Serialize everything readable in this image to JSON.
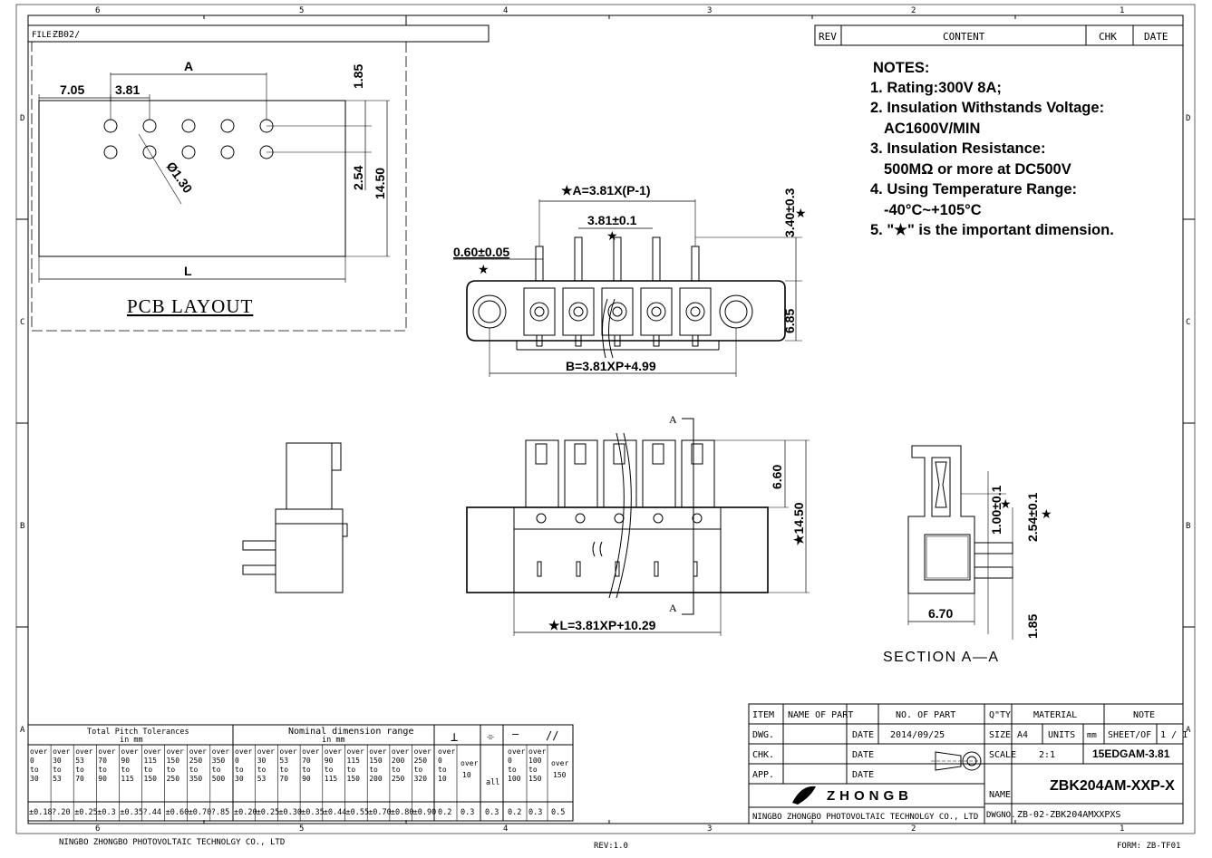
{
  "frame": {
    "col_labels": [
      "6",
      "5",
      "4",
      "3",
      "2",
      "1"
    ],
    "row_labels": [
      "D",
      "C",
      "B",
      "A"
    ],
    "file": "ZB02/",
    "file_prefix": "FILE:",
    "company_footer": "NINGBO ZHONGBO PHOTOVOLTAIC TECHNOLGY CO., LTD",
    "rev_footer": "REV:1.0",
    "form_footer": "FORM: ZB-TF01"
  },
  "revision_block": {
    "rev": "REV",
    "content": "CONTENT",
    "chk": "CHK",
    "date": "DATE"
  },
  "notes": {
    "title": "NOTES:",
    "lines": [
      "1. Rating:300V 8A;",
      "2. Insulation Withstands Voltage:",
      "AC1600V/MIN",
      "3. Insulation Resistance:",
      "500MΩ or more at DC500V",
      "4. Using Temperature Range:",
      "-40°C~+105°C",
      "5. \"★\" is the important dimension."
    ]
  },
  "pcb_layout": {
    "title": "PCB LAYOUT",
    "dims": {
      "a": "A",
      "offset": "7.05",
      "pitch": "3.81",
      "hole": "Ø1.30",
      "row_pitch": "2.54",
      "height": "14.50",
      "top": "1.85",
      "length": "L"
    }
  },
  "top_view": {
    "dims": {
      "a": "★A=3.81X(P-1)",
      "pitch": "3.81±0.1",
      "pin": "0.60±0.05",
      "pin_star": "★",
      "pitch_star": "★",
      "pin_len": "3.40±0.3",
      "pin_len_star": "★",
      "body": "6.85",
      "b": "B=3.81XP+4.99"
    }
  },
  "front_view": {
    "dims": {
      "sec_top": "A",
      "sec_bot": "A",
      "h1": "6.60",
      "h2": "★14.50",
      "l": "★L=3.81XP+10.29"
    }
  },
  "section_view": {
    "title": "SECTION  A—A",
    "dims": {
      "d1": "1.00±0.1",
      "d2": "2.54±0.1",
      "star": "★",
      "w": "6.70",
      "h": "1.85"
    }
  },
  "tolerance_table": {
    "pitch_title": "Total Pitch Tolerances",
    "pitch_sub": "in mm",
    "nom_title": "Nominal  dimension  range",
    "nom_sub": "in mm",
    "sym_perp": "⊥",
    "sym_sym": "⌯",
    "sym_flat": "—",
    "sym_par": "//",
    "pitch_cols": [
      [
        "over",
        "0",
        "to",
        "30"
      ],
      [
        "over",
        "30",
        "to",
        "53"
      ],
      [
        "over",
        "53",
        "to",
        "70"
      ],
      [
        "over",
        "70",
        "to",
        "90"
      ],
      [
        "over",
        "90",
        "to",
        "115"
      ],
      [
        "over",
        "115",
        "to",
        "150"
      ],
      [
        "over",
        "150",
        "to",
        "250"
      ],
      [
        "over",
        "250",
        "to",
        "350"
      ],
      [
        "over",
        "350",
        "to",
        "500"
      ]
    ],
    "pitch_vals": [
      "±0.18",
      "?.20",
      "±0.25",
      "±0.3",
      "±0.35",
      "?.44",
      "±0.60",
      "±0.70",
      "?.85"
    ],
    "nom_cols": [
      [
        "over",
        "0",
        "to",
        "30"
      ],
      [
        "over",
        "30",
        "to",
        "53"
      ],
      [
        "over",
        "53",
        "to",
        "70"
      ],
      [
        "over",
        "70",
        "to",
        "90"
      ],
      [
        "over",
        "90",
        "to",
        "115"
      ],
      [
        "over",
        "115",
        "to",
        "150"
      ],
      [
        "over",
        "150",
        "to",
        "200"
      ],
      [
        "over",
        "200",
        "to",
        "250"
      ],
      [
        "over",
        "250",
        "to",
        "320"
      ]
    ],
    "nom_vals": [
      "±0.20",
      "±0.25",
      "±0.30",
      "±0.35",
      "±0.44",
      "±0.55",
      "±0.70",
      "±0.80",
      "±0.90"
    ],
    "perp_cols": [
      [
        "over",
        "0",
        "to",
        "10"
      ],
      [
        "over",
        "10"
      ]
    ],
    "perp_vals": [
      "0.2",
      "0.3"
    ],
    "sym_col": "all",
    "sym_val": "0.3",
    "flat_cols": [
      [
        "over",
        "0",
        "to",
        "100"
      ],
      [
        "over",
        "100",
        "to",
        "150"
      ],
      [
        "over",
        "150"
      ]
    ],
    "flat_vals": [
      "0.2",
      "0.3",
      "0.5"
    ]
  },
  "title_block": {
    "item": "ITEM",
    "name_of_part": "NAME OF PART",
    "no_of_part": "NO. OF PART",
    "qty": "Q\"TY",
    "material": "MATERIAL",
    "note": "NOTE",
    "dwg": "DWG.",
    "chk": "CHK.",
    "app": "APP.",
    "date_label": "DATE",
    "date_value": "2014/09/25",
    "size": "SIZE",
    "size_val": "A4",
    "units": "UNITS",
    "units_val": "mm",
    "sheet": "SHEET/OF",
    "sheet_val": "1 / 1",
    "scale": "SCALE",
    "scale_val": "2:1",
    "series": "15EDGAM-3.81",
    "name": "NAME",
    "part_name": "ZBK204AM-XXP-X",
    "logo_text": "ZHONGB",
    "company": "NINGBO ZHONGBO PHOTOVOLTAIC TECHNOLGY CO., LTD",
    "dwgno": "DWGNO.",
    "dwgno_val": "ZB-02-ZBK204AMXXPXS"
  }
}
